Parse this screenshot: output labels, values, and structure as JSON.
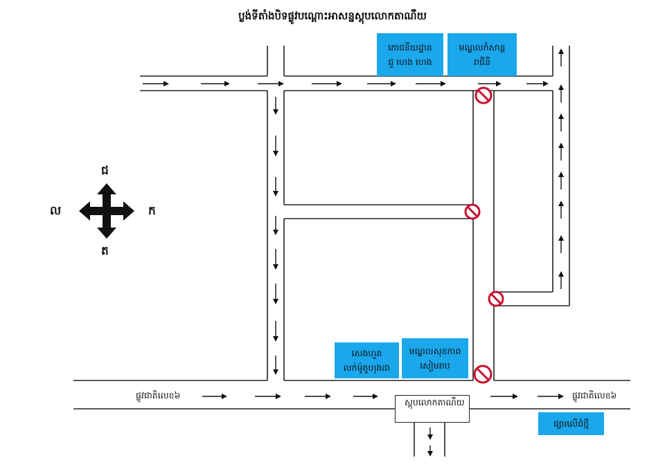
{
  "title": "ប្លង់ទីតាំងបិទផ្លូវបណ្ដោះអាសន្នស្តុបលោកតាណឺយ",
  "colors": {
    "place_box": "#1aa7ec",
    "no_entry": "#c8102e",
    "road": "#222222"
  },
  "places": {
    "bakery": {
      "line1": "ភោជនីយដ្ឋាន",
      "line2": "ជួ ហេង ហេង"
    },
    "education": {
      "line1": "មណ្ឌលកំសាន្ត",
      "line2": "រាជីនី"
    },
    "hotel": {
      "line1": "សេងហួត",
      "line2": "លក់ម៉ូតូហុងដា"
    },
    "health": {
      "line1": "មណ្ឌលសុខភាព",
      "line2": "សៀមរាប"
    },
    "market": {
      "line1": "ផ្សារលើជំថ្មី"
    }
  },
  "roads": {
    "national_road_left": "ផ្លូវជាតិលេខ៦",
    "national_road_right": "ផ្លូវជាតិលេខ៦"
  },
  "landmark": {
    "stupa": "ស្តុបលោកតាណឺយ"
  },
  "compass": {
    "north": "ជ",
    "south": "ត",
    "east": "ក",
    "west": "ល"
  },
  "icons": {
    "no_entry": "no-entry-icon",
    "compass": "compass-arrow-icon",
    "direction": "direction-arrow-icon"
  }
}
